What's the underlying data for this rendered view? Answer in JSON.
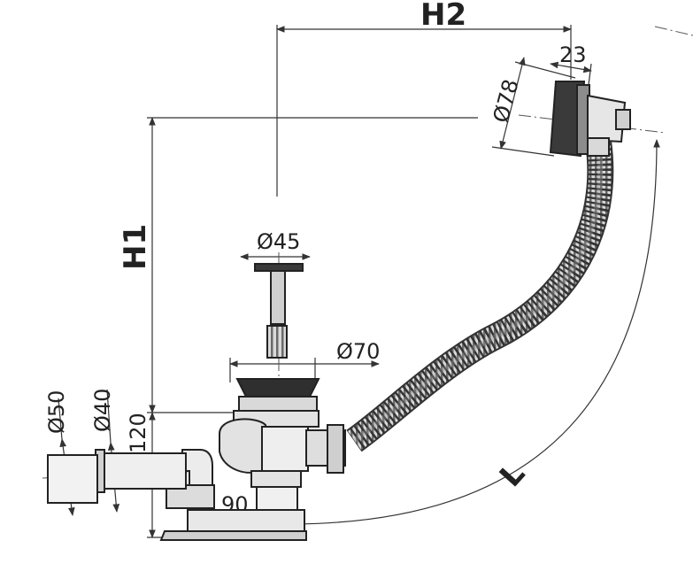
{
  "labels": {
    "h2": "H2",
    "h1": "H1",
    "l": "L",
    "d78": "Ø78",
    "w23": "23",
    "d45": "Ø45",
    "d70": "Ø70",
    "d50": "Ø50",
    "d40": "Ø40",
    "h120": "120",
    "w90": "90"
  },
  "colors": {
    "line": "#333333",
    "dark": "#3a3a3a",
    "light": "#e6e6e6",
    "mid": "#b5b5b5"
  }
}
